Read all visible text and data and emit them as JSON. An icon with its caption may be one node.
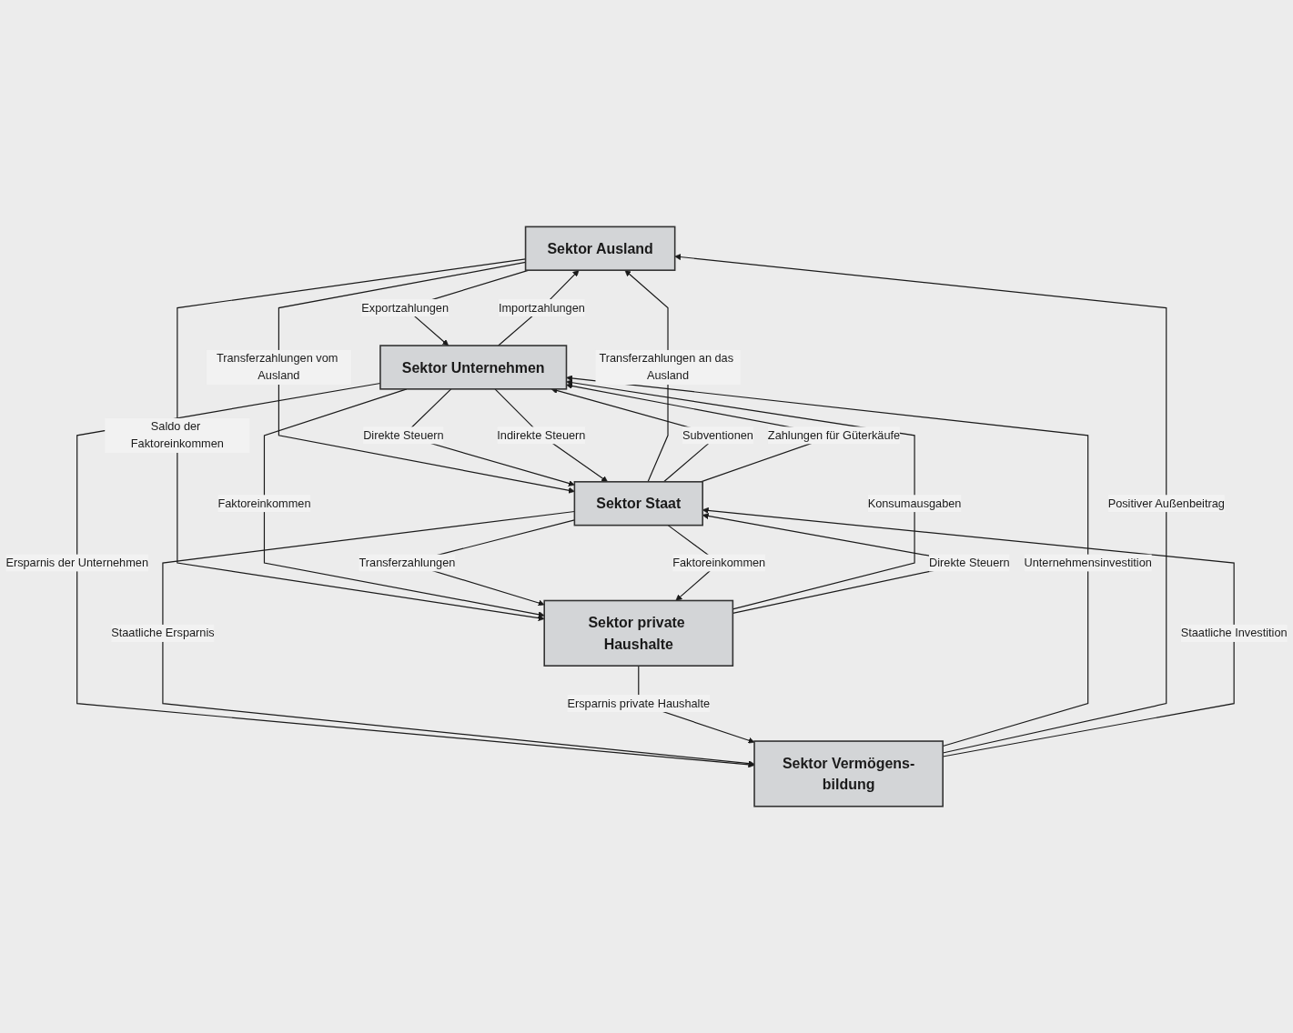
{
  "diagram": {
    "nodes": [
      {
        "text": [
          "Sektor Ausland"
        ]
      },
      {
        "text": [
          "Sektor Unternehmen"
        ]
      },
      {
        "text": [
          "Sektor Staat"
        ]
      },
      {
        "text": [
          "Sektor Vermögens-bildung"
        ]
      },
      {
        "text": [
          "Sektor private Haushalte"
        ]
      }
    ],
    "edges": [
      {
        "from": 1,
        "to": 0,
        "arrow": "to",
        "label": "Importzahlungen"
      },
      {
        "from": 0,
        "to": 1,
        "arrow": "to",
        "label": "Exportzahlungen"
      },
      {
        "from": 0,
        "to": 2,
        "arrow": "to",
        "label": "Transferzahlungen vom Ausland"
      },
      {
        "from": 2,
        "to": 0,
        "arrow": "to",
        "label": "Transferzahlungen an das Ausland"
      },
      {
        "from": 2,
        "to": 1,
        "arrow": "to",
        "label": "Subventionen"
      },
      {
        "from": 1,
        "to": 2,
        "arrow": "to",
        "label": "Direkte Steuern"
      },
      {
        "from": 1,
        "to": 2,
        "arrow": "to",
        "label": "Indirekte Steuern"
      },
      {
        "from": 2,
        "to": 1,
        "arrow": "to",
        "label": "Zahlungen für Güterkäufe"
      },
      {
        "from": 3,
        "to": 1,
        "arrow": "to",
        "label": "Unternehmensinvestition"
      },
      {
        "from": 1,
        "to": 3,
        "arrow": "to",
        "label": "Ersparnis der Unternehmen"
      },
      {
        "from": 3,
        "to": 0,
        "arrow": "to",
        "label": "Positiver Außenbeitrag"
      },
      {
        "from": 2,
        "to": 3,
        "arrow": "to",
        "label": "Staatliche Ersparnis"
      },
      {
        "from": 3,
        "to": 2,
        "arrow": "to",
        "label": "Staatliche Investition"
      },
      {
        "from": 0,
        "to": 4,
        "arrow": "to",
        "label": "Saldo der Faktoreinkommen"
      },
      {
        "from": 1,
        "to": 4,
        "arrow": "to",
        "label": "Faktoreinkommen"
      },
      {
        "from": 4,
        "to": 1,
        "arrow": "to",
        "label": "Konsumausgaben"
      },
      {
        "from": 4,
        "to": 3,
        "arrow": "to",
        "label": "Ersparnis private Haushalte"
      },
      {
        "from": 2,
        "to": 4,
        "arrow": "to",
        "label": "Transferzahlungen"
      },
      {
        "from": 4,
        "to": 2,
        "arrow": "to",
        "label": "Direkte Steuern"
      },
      {
        "from": 2,
        "to": 4,
        "arrow": "to",
        "label": "Faktoreinkommen"
      }
    ]
  }
}
